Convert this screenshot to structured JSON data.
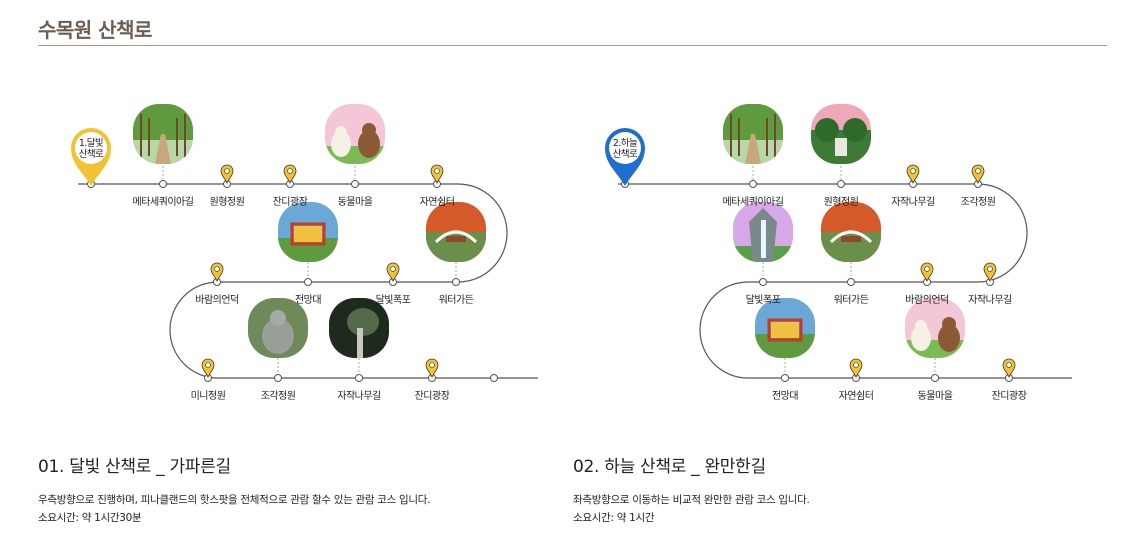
{
  "page_title": "수목원 산책로",
  "routes": [
    {
      "start_label_line1": "1.달빛",
      "start_label_line2": "산책로",
      "pin_color": "#f2c230",
      "row1": [
        "메타세쿼이아길",
        "원형정원",
        "잔디광장",
        "동물마을",
        "자연쉼터"
      ],
      "row2": [
        "바람의언덕",
        "전망대",
        "달빛폭포",
        "워터가든"
      ],
      "row3": [
        "미니정원",
        "조각정원",
        "자작나무길",
        "잔디광장"
      ],
      "heading": "01. 달빛 산책로 _ 가파른길",
      "description": "우측방향으로 진행하며, 피나클랜드의 핫스팟을 전체적으로 관람 할수 있는 관람 코스 입니다.",
      "duration": "소요시간: 약 1시간30분"
    },
    {
      "start_label_line1": "2.하늘",
      "start_label_line2": "산책로",
      "pin_color": "#1e6fd0",
      "row1": [
        "메타세쿼이아길",
        "원형정원",
        "자작나무길",
        "조각정원"
      ],
      "row2": [
        "달빛폭포",
        "워터가든",
        "바람의언덕",
        "자작나무길"
      ],
      "row3": [
        "전망대",
        "자연쉼터",
        "동물마을",
        "잔디광장"
      ],
      "heading": "02. 하늘 산책로 _ 완만한길",
      "description": "좌측방향으로 이동하는 비교적 완만한 관람 코스 입니다.",
      "duration": "소요시간: 약 1시간"
    }
  ]
}
